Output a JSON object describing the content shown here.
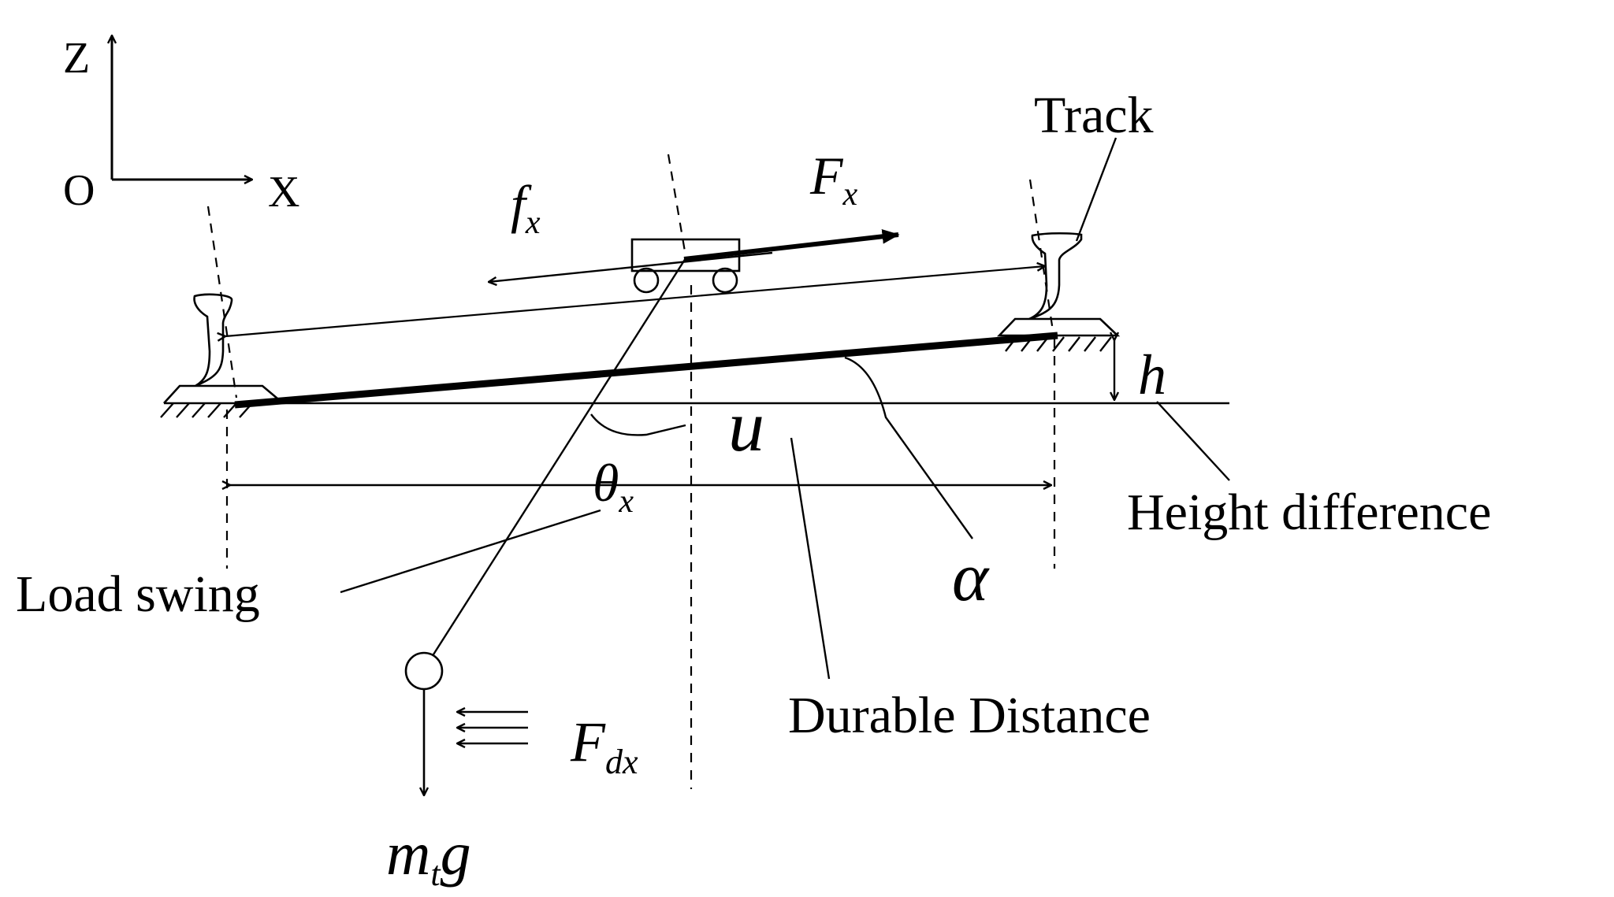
{
  "axes": {
    "z": "Z",
    "origin": "O",
    "x": "X"
  },
  "labels": {
    "track": "Track",
    "height_difference": "Height difference",
    "load_swing": "Load swing",
    "durable_distance": "Durable Distance"
  },
  "symbols": {
    "f_main": "f",
    "f_sub": "x",
    "F_main": "F",
    "F_sub": "x",
    "h": "h",
    "u": "u",
    "theta_main": "θ",
    "theta_sub": "x",
    "alpha": "α",
    "Fd_main": "F",
    "Fd_sub": "dx",
    "m_main": "m",
    "m_sub": "t",
    "g": "g"
  }
}
